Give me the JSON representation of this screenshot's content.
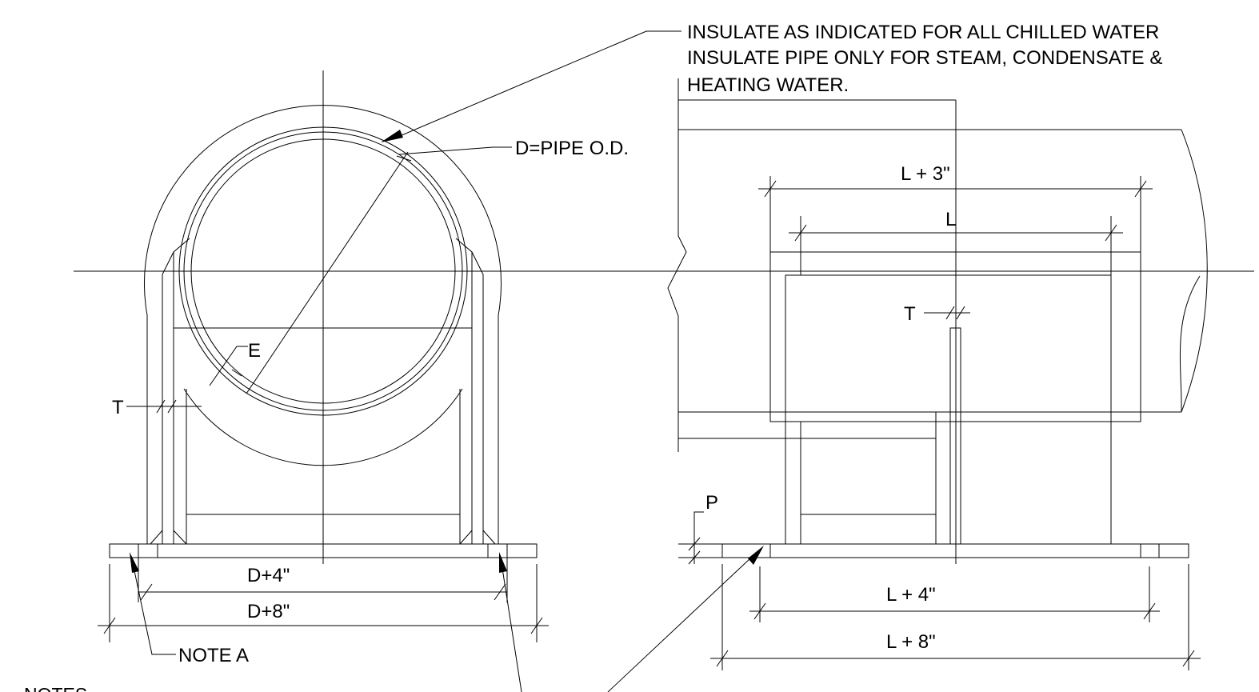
{
  "callouts": {
    "insulation_note_line1": "INSULATE AS INDICATED FOR ALL CHILLED WATER",
    "insulation_note_line2": "INSULATE PIPE  ONLY FOR STEAM, CONDENSATE &",
    "insulation_note_line3": "HEATING WATER.",
    "pipe_od": "D=PIPE O.D.",
    "note_a": "NOTE A",
    "notes_heading": "NOTES"
  },
  "front_view": {
    "e_label": "E",
    "t_label": "T",
    "dim_d4": "D+4\"",
    "dim_d8": "D+8\""
  },
  "side_view": {
    "dim_l3": "L + 3\"",
    "dim_l": "L",
    "t_label": "T",
    "p_label": "P",
    "dim_l4": "L + 4\"",
    "dim_l8": "L + 8\""
  }
}
